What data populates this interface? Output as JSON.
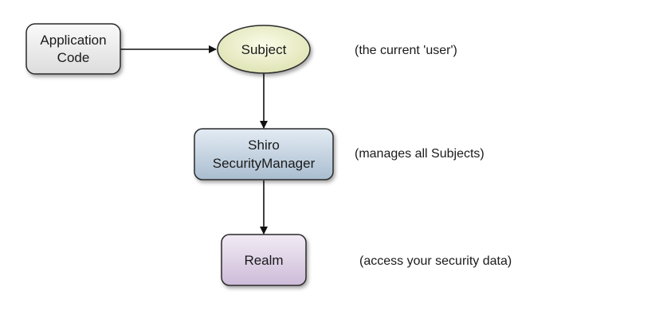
{
  "nodes": {
    "application_code": {
      "line1": "Application",
      "line2": "Code"
    },
    "subject": {
      "label": "Subject"
    },
    "security_manager": {
      "line1": "Shiro",
      "line2": "SecurityManager"
    },
    "realm": {
      "label": "Realm"
    }
  },
  "annotations": {
    "subject": "(the current 'user')",
    "security_manager": "(manages all Subjects)",
    "realm": "(access your security data)"
  },
  "colors": {
    "application_code_fill": "#ececec",
    "subject_fill": "#eef0c8",
    "security_manager_fill": "#c3d2e0",
    "realm_fill": "#e0d4e6",
    "stroke": "#2a2a2a"
  }
}
